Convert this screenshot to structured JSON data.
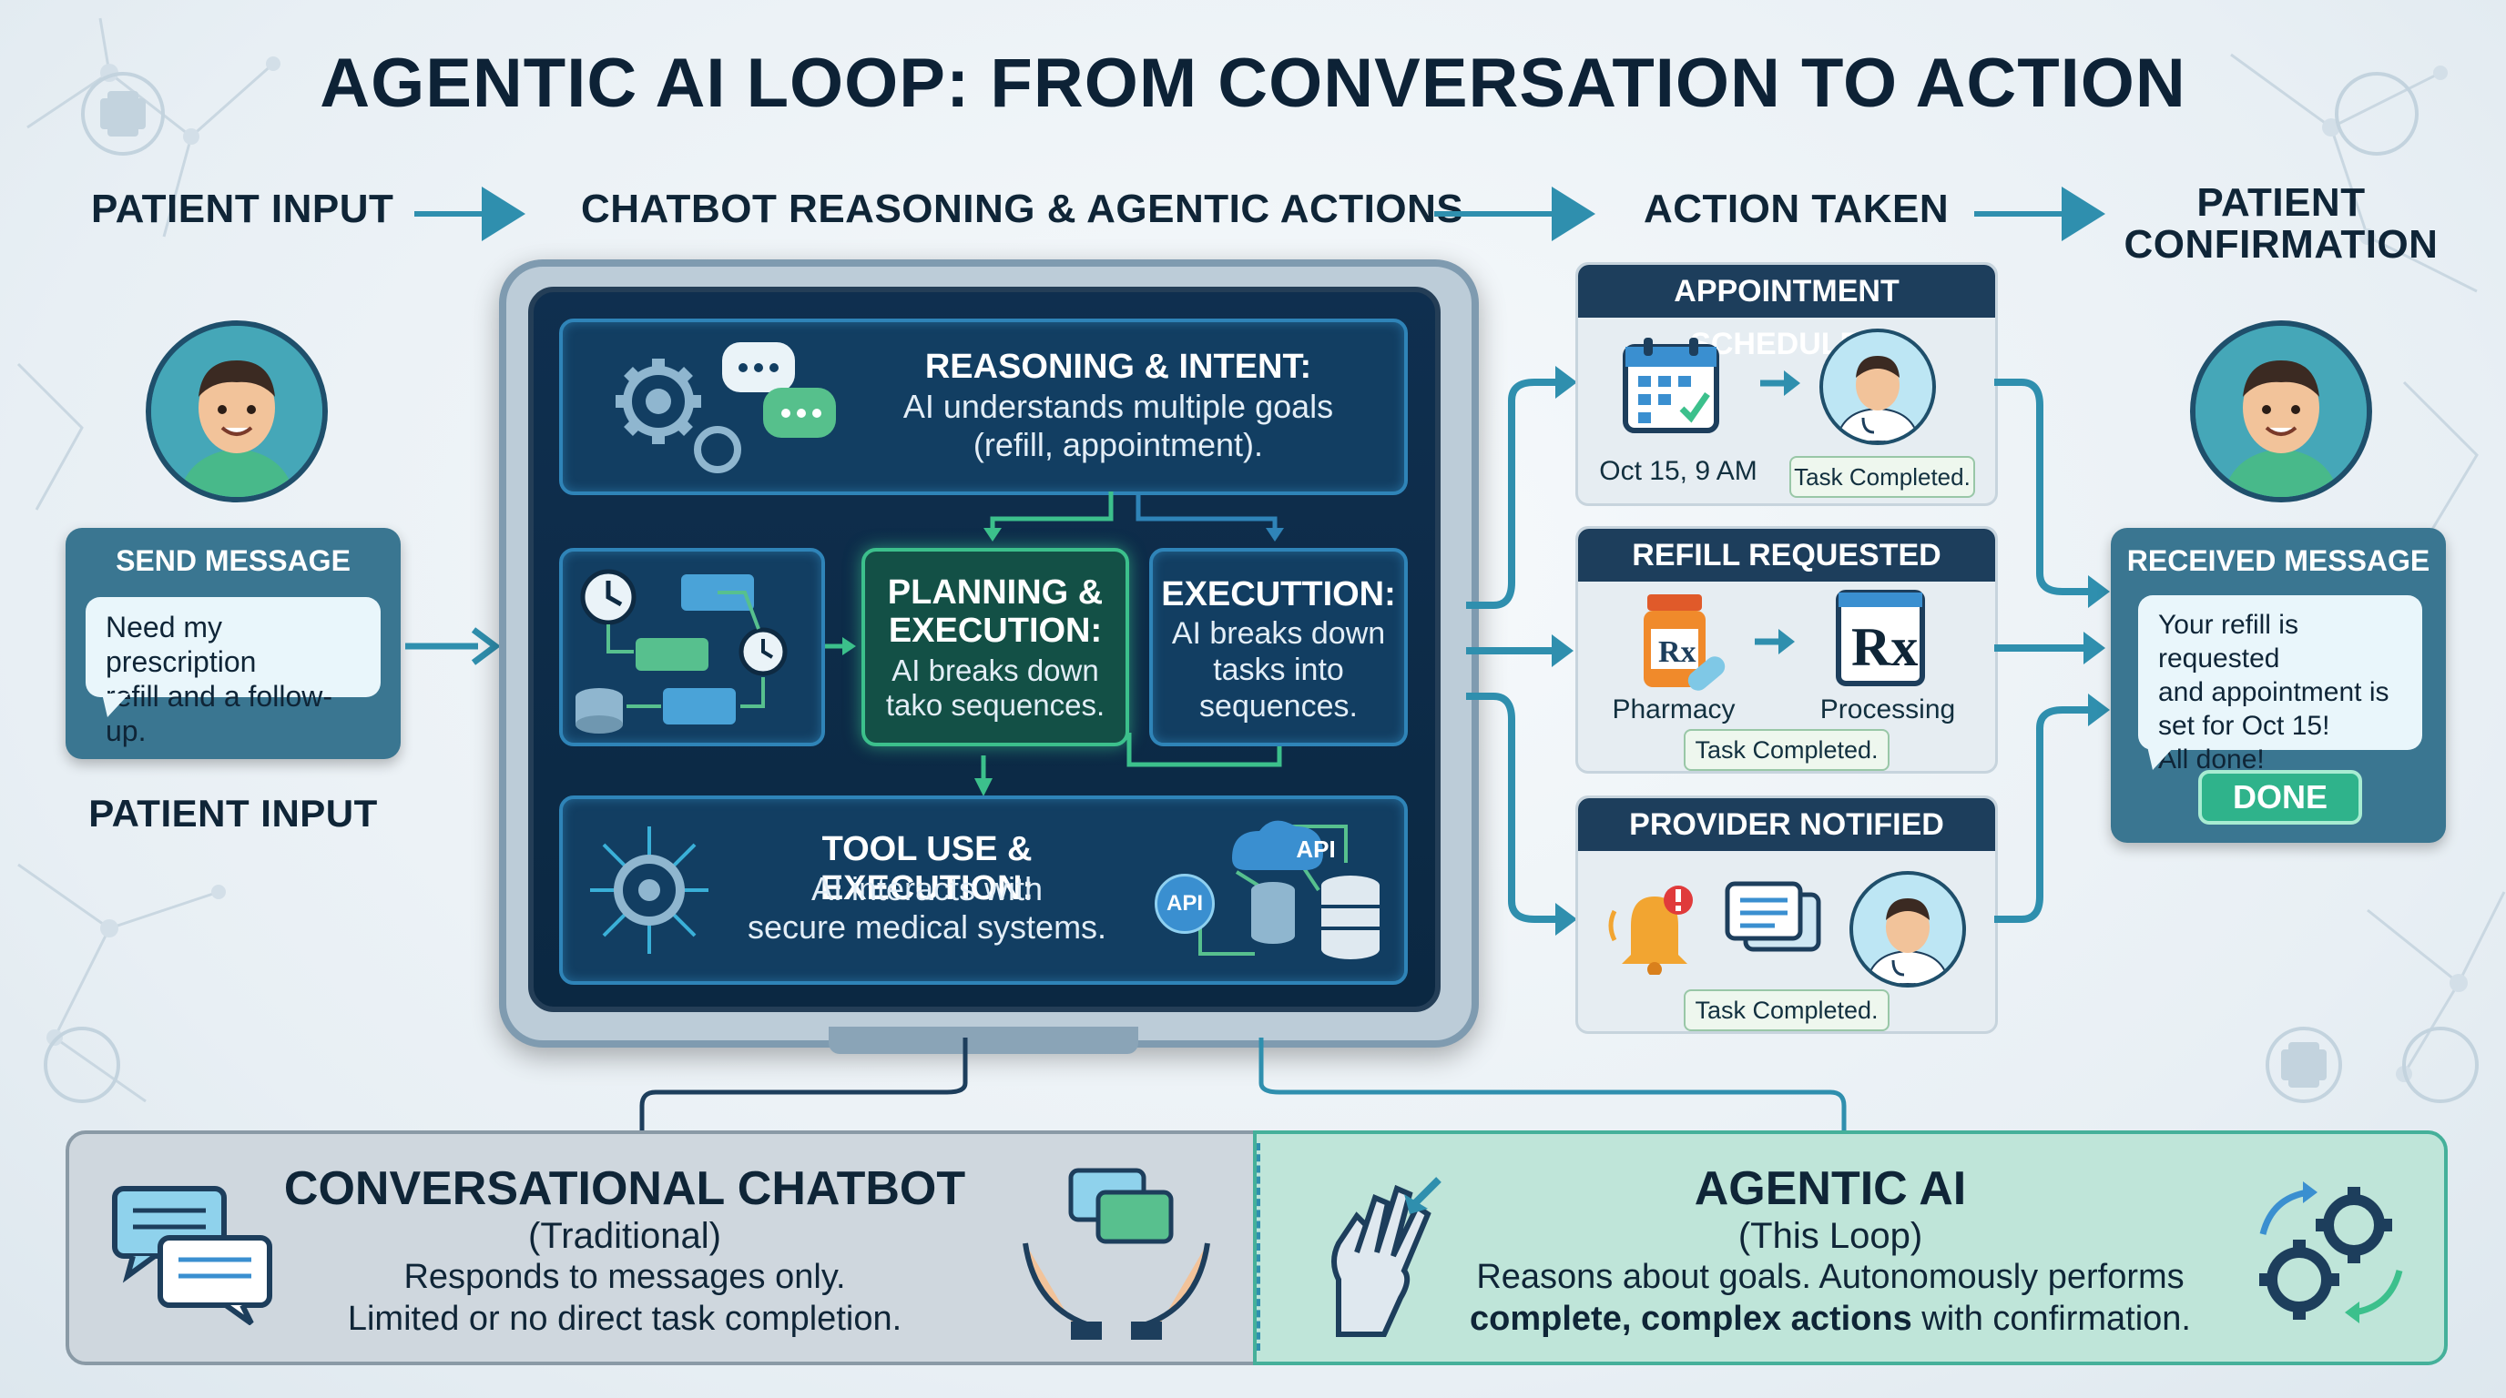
{
  "title": "AGENTIC AI LOOP: FROM CONVERSATION TO ACTION",
  "columns": {
    "patient_input": "PATIENT INPUT",
    "reasoning": "CHATBOT REASONING & AGENTIC ACTIONS",
    "action_taken": "ACTION TAKEN",
    "confirmation_line1": "PATIENT",
    "confirmation_line2": "CONFIRMATION"
  },
  "send_card": {
    "header": "SEND MESSAGE",
    "message_line1": "Need my prescription",
    "message_line2": "refill and a follow-up.",
    "caption": "PATIENT INPUT"
  },
  "panels": {
    "reasoning": {
      "title": "REASONING & INTENT:",
      "line1": "AI understands multiple goals",
      "line2": "(refill, appointment)."
    },
    "planning": {
      "title_line1": "PLANNING &",
      "title_line2": "EXECUTION:",
      "line1": "AI breaks down",
      "line2": "tako sequences."
    },
    "execution": {
      "title": "EXECUTTION:",
      "line1": "AI breaks down",
      "line2": "tasks into",
      "line3": "sequences."
    },
    "tools": {
      "title": "TOOL USE & EXECUTION:",
      "line1": "AI interacts with",
      "line2": "secure medical systems.",
      "api_label": "API"
    }
  },
  "actions": [
    {
      "header": "APPOINTMENT SCHEDULED",
      "caption": "Oct 15, 9 AM",
      "badge": "Task Completed."
    },
    {
      "header": "REFILL REQUESTED",
      "label_left": "Pharmacy",
      "label_right": "Processing",
      "badge": "Task Completed."
    },
    {
      "header": "PROVIDER NOTIFIED",
      "badge": "Task Completed."
    }
  ],
  "received_card": {
    "header": "RECEIVED MESSAGE",
    "line1": "Your refill is requested",
    "line2": "and appointment is",
    "line3": "set for Oct 15!",
    "line4": "All done!",
    "button": "DONE"
  },
  "comparison": {
    "left": {
      "title": "CONVERSATIONAL CHATBOT",
      "subtitle": "(Traditional)",
      "line1": "Responds to messages only.",
      "line2": "Limited or no direct task completion."
    },
    "right": {
      "title": "AGENTIC AI",
      "subtitle": "(This Loop)",
      "line1": "Reasons about goals. Autonomously performs",
      "line2_bold": "complete, complex actions",
      "line2_rest": " with confirmation."
    }
  },
  "colors": {
    "dark_navy": "#0f2537",
    "card_blue": "#3a7691",
    "panel_blue": "#2f84b8",
    "accent_green": "#3cc08c",
    "teal_arrow": "#2f8fae"
  }
}
